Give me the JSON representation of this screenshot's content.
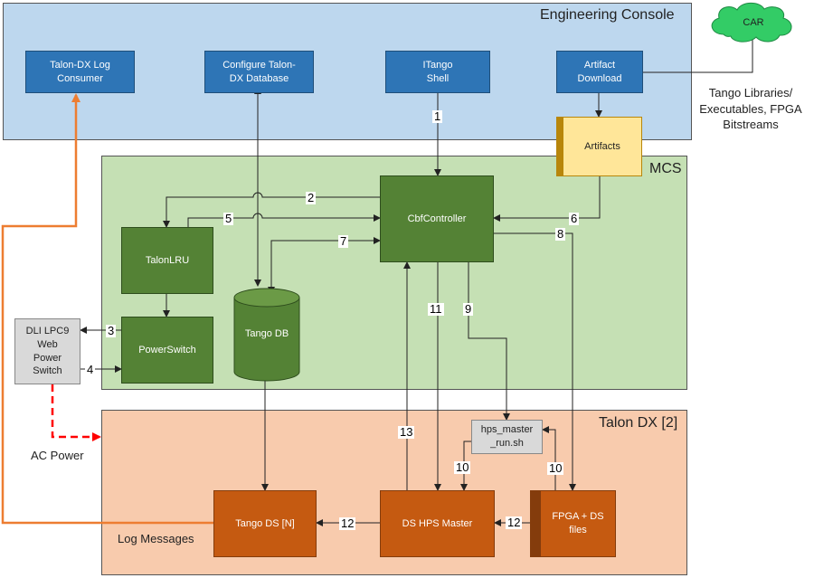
{
  "regions": {
    "engineering_console": "Engineering Console",
    "mcs": "MCS",
    "talon_dx": "Talon DX [2]"
  },
  "cloud": {
    "label": "CAR"
  },
  "cloud_caption": "Tango Libraries/\nExecutables, FPGA\nBitstreams",
  "boxes": {
    "log_consumer": "Talon-DX Log\nConsumer",
    "configure_db": "Configure Talon-\nDX Database",
    "itango": "ITango\nShell",
    "artifact_download": "Artifact\nDownload",
    "artifacts": "Artifacts",
    "cbf_controller": "CbfController",
    "talon_lru": "TalonLRU",
    "power_switch": "PowerSwitch",
    "tango_db": "Tango DB",
    "dli": "DLI LPC9\nWeb\nPower\nSwitch",
    "hps_master_run": "hps_master\n_run.sh",
    "tango_ds": "Tango DS [N]",
    "ds_hps_master": "DS HPS Master",
    "fpga_ds": "FPGA + DS\nfiles"
  },
  "labels": {
    "ac_power": "AC Power",
    "log_messages": "Log Messages"
  },
  "edges": {
    "e1": "1",
    "e2": "2",
    "e3": "3",
    "e4": "4",
    "e5": "5",
    "e6": "6",
    "e7": "7",
    "e8": "8",
    "e9": "9",
    "e10a": "10",
    "e10b": "10",
    "e11": "11",
    "e12a": "12",
    "e12b": "12",
    "e13": "13"
  },
  "colors": {
    "console_bg": "#bdd7ee",
    "mcs_bg": "#c5e0b4",
    "talon_bg": "#f8cbad",
    "cloud": "#33cc66",
    "log_wire": "#ed7d31",
    "ac_power_wire": "#ff0000"
  }
}
